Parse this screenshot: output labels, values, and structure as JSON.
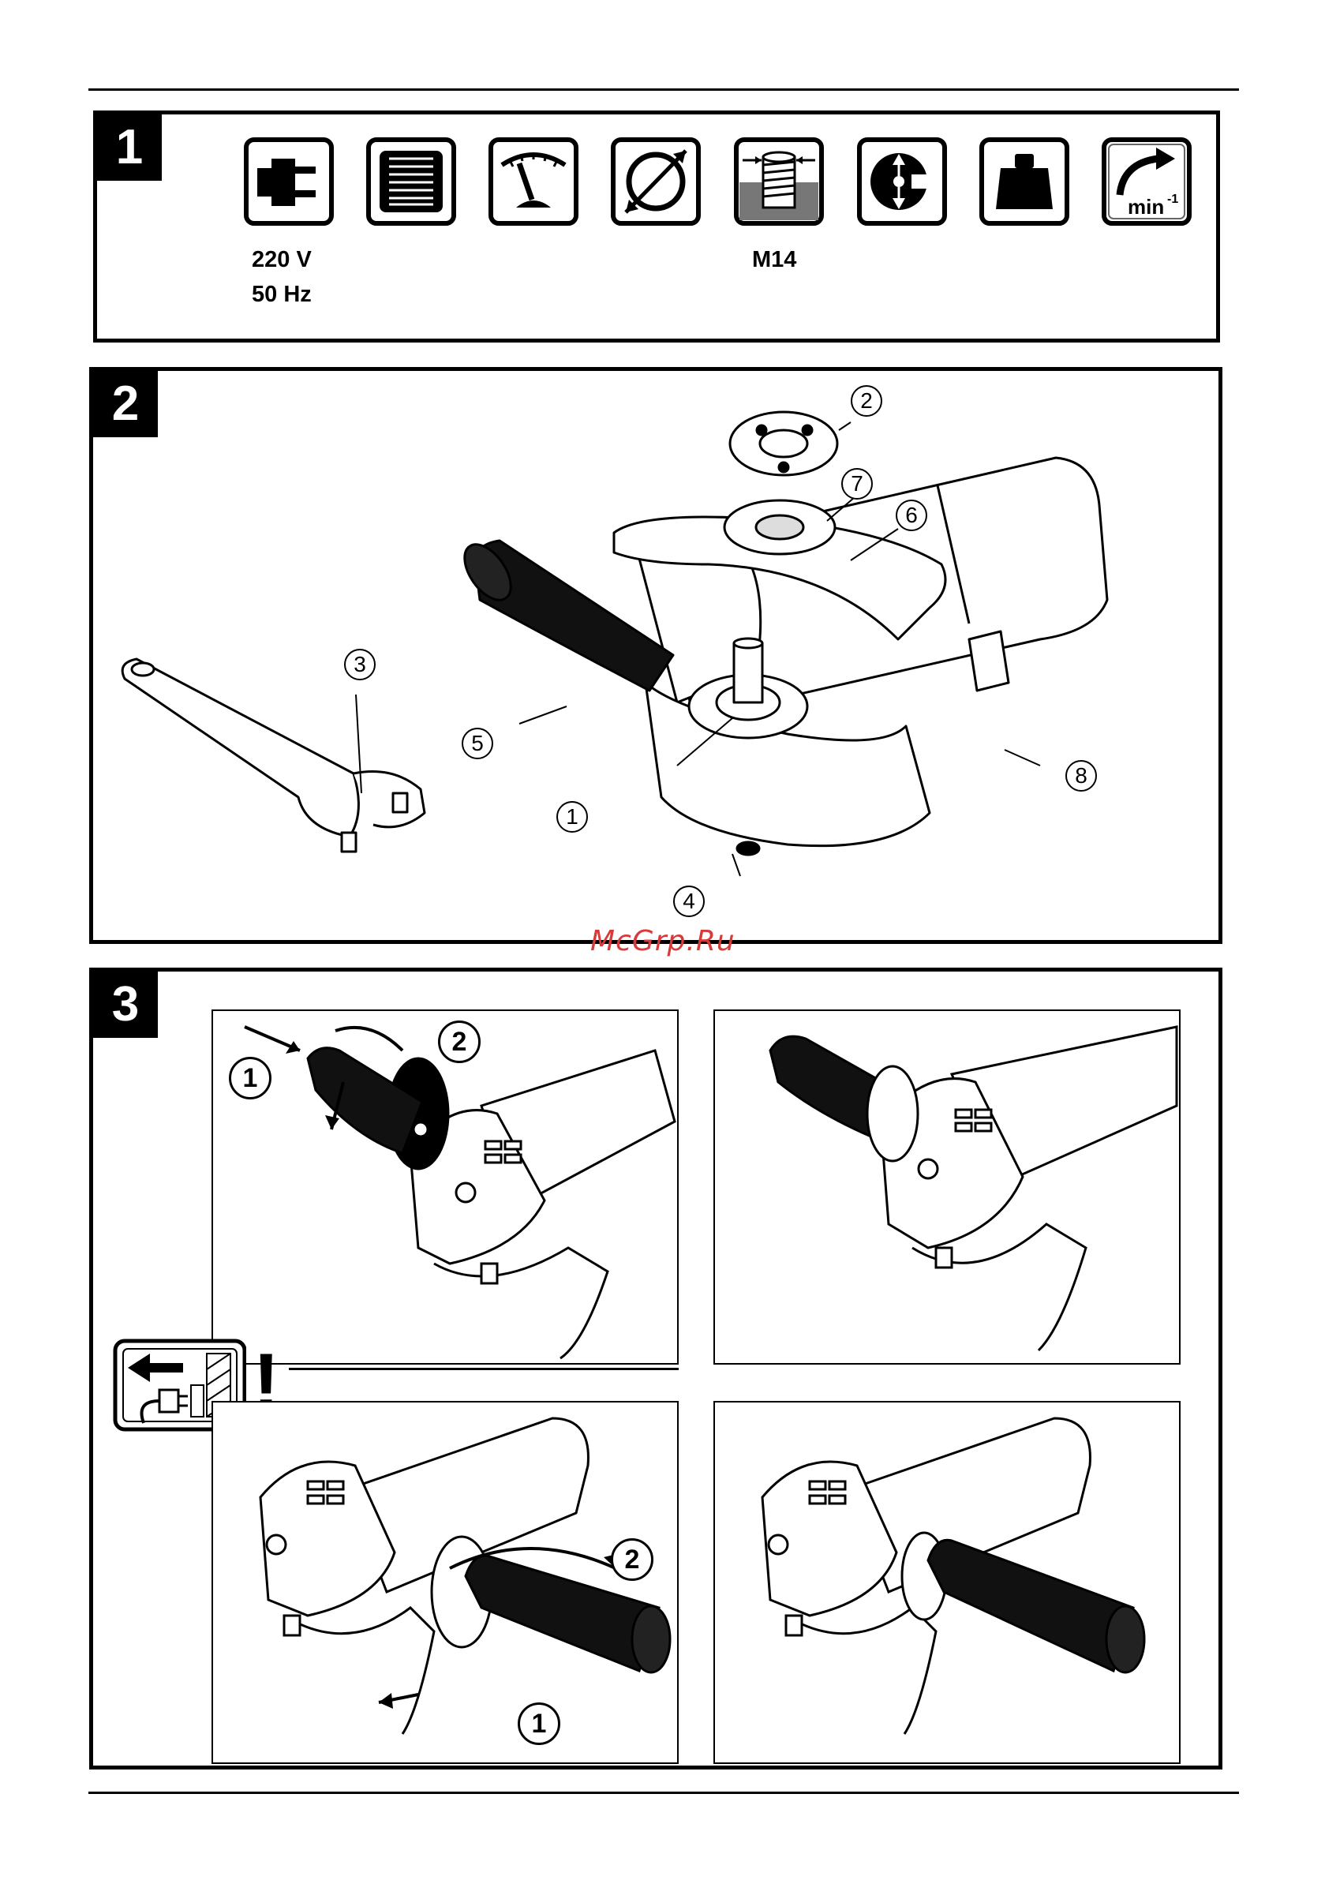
{
  "panels": [
    {
      "number": "1"
    },
    {
      "number": "2"
    },
    {
      "number": "3"
    }
  ],
  "panel1": {
    "voltage": "220 V",
    "frequency": "50 Hz",
    "thread": "M14",
    "speed_unit": "min",
    "speed_exp": "-1",
    "icons": [
      "power-plug-icon",
      "motor-icon",
      "gauge-icon",
      "disc-diameter-icon",
      "spindle-thread-icon",
      "spindle-lock-icon",
      "weight-icon",
      "rotation-speed-icon"
    ]
  },
  "panel2": {
    "callouts": [
      "2",
      "7",
      "6",
      "3",
      "5",
      "1",
      "8",
      "4"
    ]
  },
  "panel3": {
    "steps_a": [
      "1",
      "2"
    ],
    "steps_c": [
      "2",
      "1"
    ],
    "warning_mark": "!"
  },
  "watermark": "McGrp.Ru"
}
